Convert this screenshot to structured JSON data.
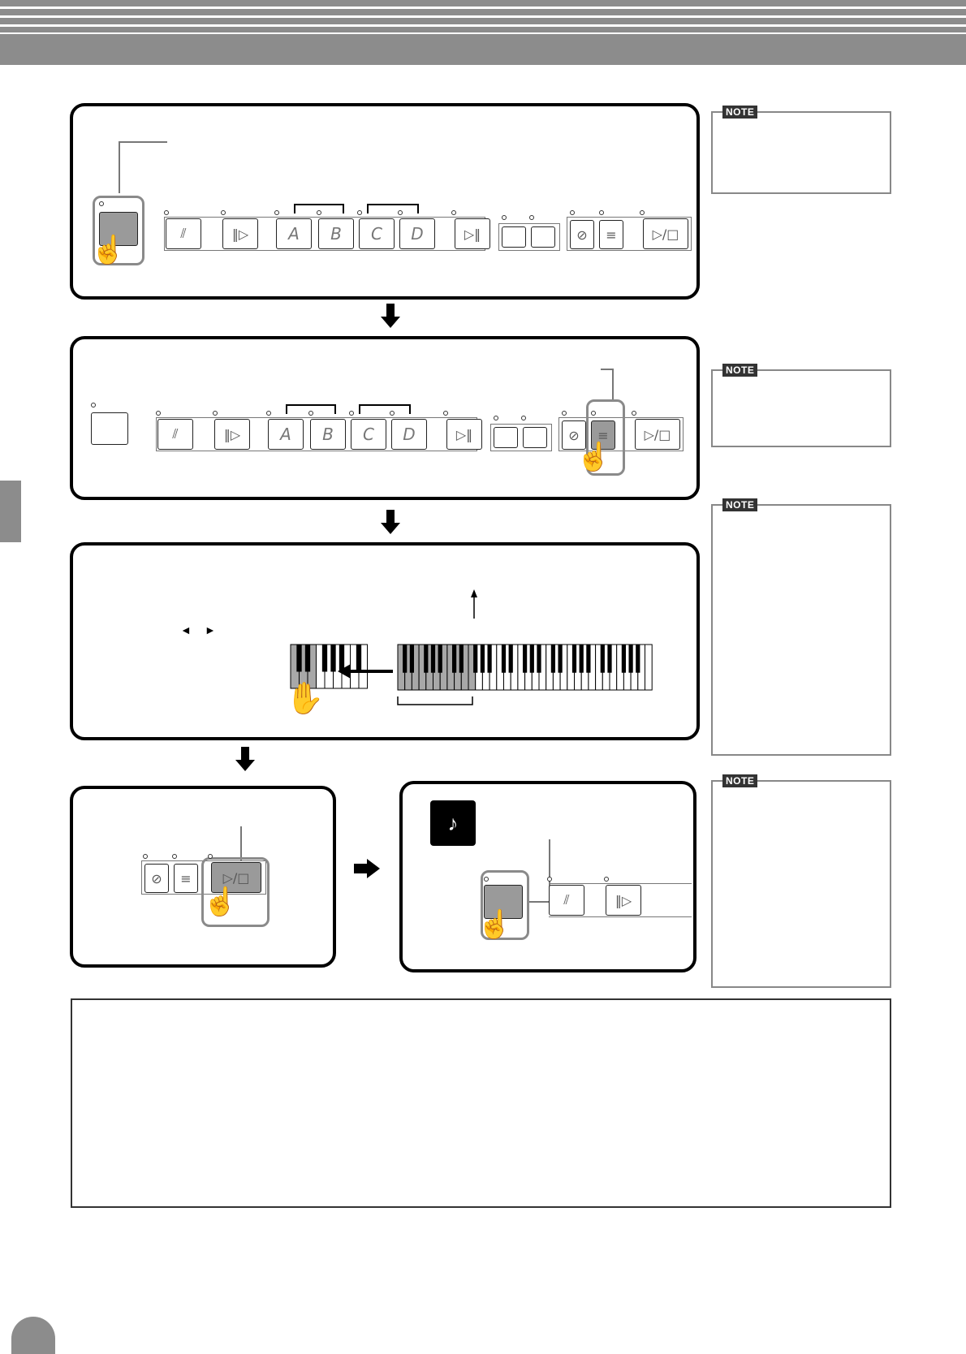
{
  "note_label": "NOTE",
  "buttons": {
    "section_a": "A",
    "section_b": "B",
    "section_c": "C",
    "section_d": "D"
  },
  "keyboard_arrows": {
    "left": "◄",
    "right": "►"
  },
  "colors": {
    "header": "#8c8c8c",
    "highlight": "#8a8a8a",
    "button_pressed": "#9a9a9a"
  },
  "icons": [
    "finger-press-icon",
    "arrow-down-icon",
    "arrow-right-icon",
    "note-icon",
    "music-note-icon"
  ]
}
